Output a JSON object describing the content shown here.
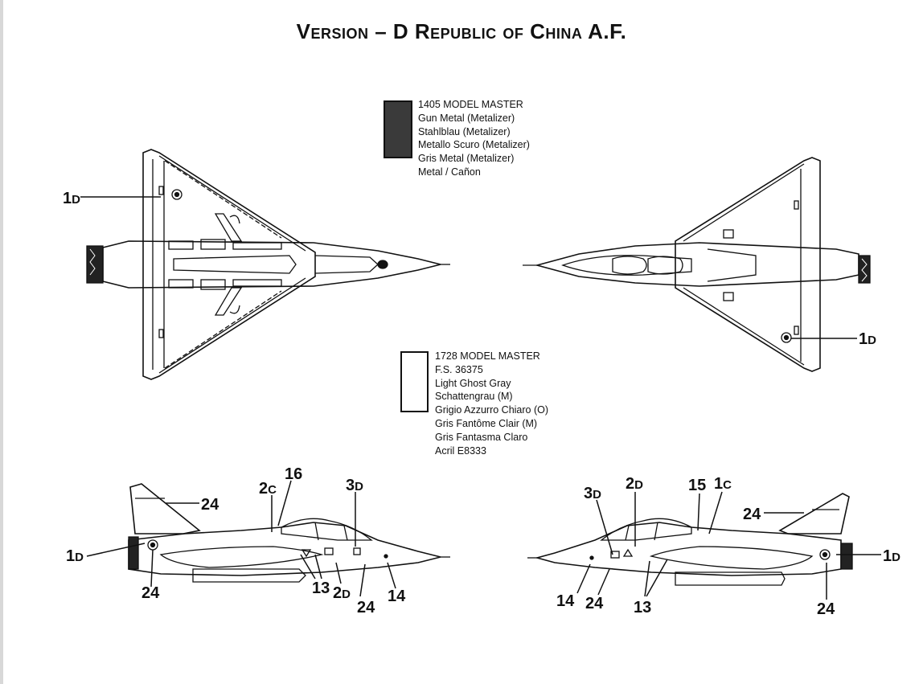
{
  "title": "Version – D  Republic of China A.F.",
  "paints": [
    {
      "swatch_color": "#3a3a3a",
      "lines": [
        "1405 MODEL MASTER",
        "Gun Metal (Metalizer)",
        "Stahlblau (Metalizer)",
        "Metallo Scuro (Metalizer)",
        "Gris Metal (Metalizer)",
        "Metal / Cañon"
      ]
    },
    {
      "swatch_color": "#ffffff",
      "lines": [
        "1728 MODEL MASTER",
        "F.S. 36375",
        "Light Ghost Gray",
        "Schattengrau (M)",
        "Grigio Azzurro Chiaro (O)",
        "Gris Fantôme Clair (M)",
        "Gris Fantasma Claro",
        "Acril E8333"
      ]
    }
  ],
  "views": {
    "top": {
      "callouts": [
        {
          "num": "1",
          "sub": "D"
        }
      ]
    },
    "bottom": {
      "callouts": [
        {
          "num": "1",
          "sub": "D"
        }
      ]
    },
    "left_side": {
      "callouts": [
        {
          "num": "1",
          "sub": "D"
        },
        {
          "num": "24",
          "sub": ""
        },
        {
          "num": "16",
          "sub": ""
        },
        {
          "num": "2",
          "sub": "C"
        },
        {
          "num": "3",
          "sub": "D"
        },
        {
          "num": "24",
          "sub": ""
        },
        {
          "num": "13",
          "sub": ""
        },
        {
          "num": "2",
          "sub": "D"
        },
        {
          "num": "24",
          "sub": ""
        },
        {
          "num": "14",
          "sub": ""
        }
      ]
    },
    "right_side": {
      "callouts": [
        {
          "num": "3",
          "sub": "D"
        },
        {
          "num": "2",
          "sub": "D"
        },
        {
          "num": "15",
          "sub": ""
        },
        {
          "num": "1",
          "sub": "C"
        },
        {
          "num": "24",
          "sub": ""
        },
        {
          "num": "1",
          "sub": "D"
        },
        {
          "num": "14",
          "sub": ""
        },
        {
          "num": "24",
          "sub": ""
        },
        {
          "num": "13",
          "sub": ""
        },
        {
          "num": "24",
          "sub": ""
        }
      ]
    }
  }
}
